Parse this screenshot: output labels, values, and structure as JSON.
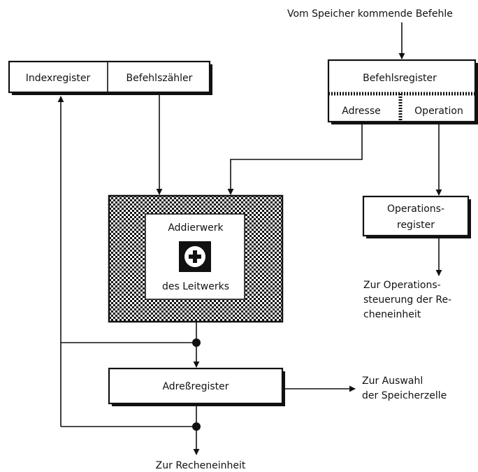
{
  "source_label": "Vom Speicher kommende Befehle",
  "index_register": "Indexregister",
  "program_counter": "Befehlszähler",
  "instruction_register": {
    "title": "Befehlsregister",
    "address": "Adresse",
    "operation": "Operation"
  },
  "adder": {
    "line1": "Addierwerk",
    "line2": "des Leitwerks",
    "symbol": "+",
    "icon": "plus-icon"
  },
  "operation_register": {
    "line1": "Operations-",
    "line2": "register"
  },
  "operation_control": {
    "line1": "Zur Operations-",
    "line2": "steuerung der Re-",
    "line3": "cheneinheit"
  },
  "address_register": "Adreßregister",
  "cell_select": {
    "line1": "Zur Auswahl",
    "line2": "der Speicherzelle"
  },
  "arithmetic_unit": "Zur Recheneinheit"
}
